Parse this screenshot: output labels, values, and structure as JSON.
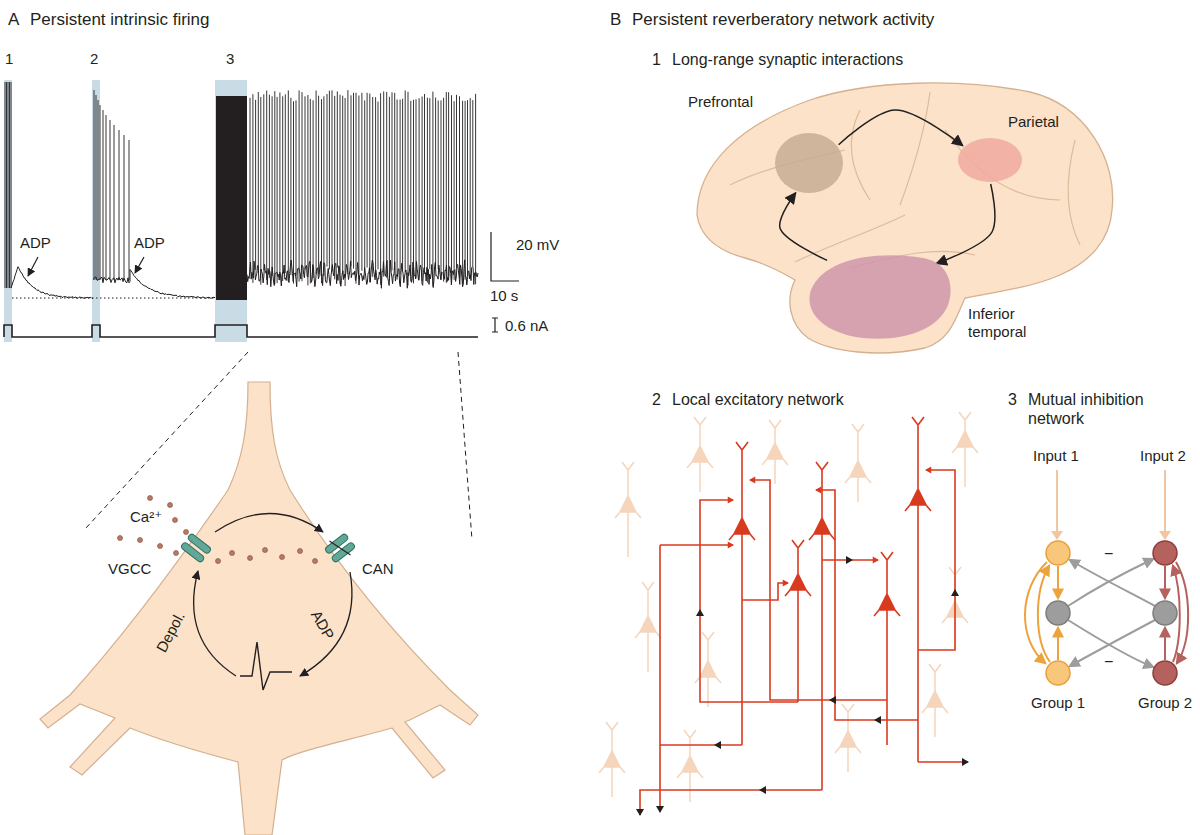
{
  "diagram": {
    "nodes": [
      {
        "text": [
          "Prefrontal"
        ]
      },
      {
        "text": [
          "Parietal"
        ]
      },
      {
        "text": [
          "Inferior temporal"
        ]
      }
    ],
    "edges": [
      {
        "from": 0,
        "to": 1,
        "arrow": "to"
      },
      {
        "from": 1,
        "to": 2,
        "arrow": "to"
      },
      {
        "from": 2,
        "to": 0,
        "arrow": "to"
      }
    ],
    "labels": [
      "A",
      "Persistent intrinsic firing",
      "1",
      "2",
      "3",
      "ADP",
      "ADP",
      "20 mV",
      "10 s",
      "0.6 nA",
      "Ca²⁺",
      "VGCC",
      "CAN",
      "Depol.",
      "ADP",
      "B",
      "Persistent reverberatory network activity",
      "1",
      "Long-range synaptic interactions",
      "2",
      "Local excitatory network",
      "3",
      "Mutual inhibition network",
      "Input 1",
      "Input 2",
      "−",
      "−",
      "Group 1",
      "Group 2"
    ]
  }
}
